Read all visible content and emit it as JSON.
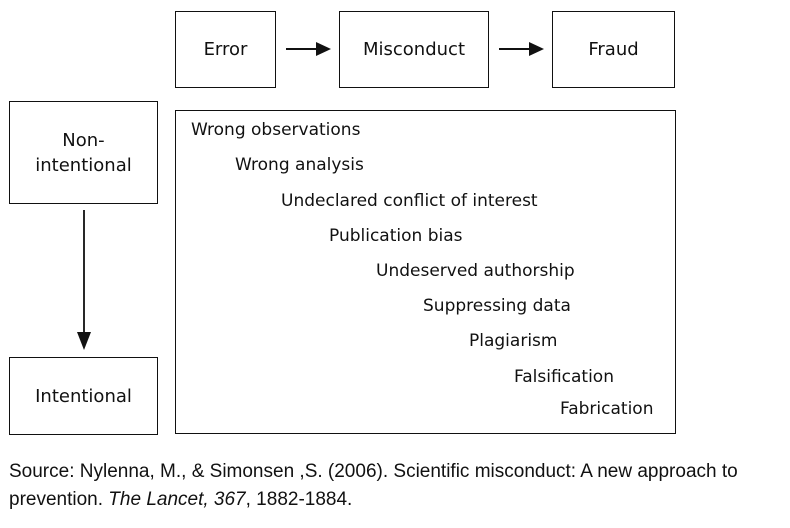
{
  "stages": {
    "error": "Error",
    "misconduct": "Misconduct",
    "fraud": "Fraud"
  },
  "intent": {
    "nonintentional_line1": "Non-",
    "nonintentional_line2": "intentional",
    "intentional": "Intentional"
  },
  "spectrum_items": [
    "Wrong observations",
    "Wrong analysis",
    "Undeclared conflict of interest",
    "Publication bias",
    "Undeserved authorship",
    "Suppressing data",
    "Plagiarism",
    "Falsification",
    "Fabrication"
  ],
  "citation": {
    "prefix": "Source: Nylenna, M., & Simonsen ,S. (2006). Scientific misconduct: A new approach to prevention. ",
    "journal": "The Lancet, 367",
    "suffix": ", 1882-1884."
  }
}
